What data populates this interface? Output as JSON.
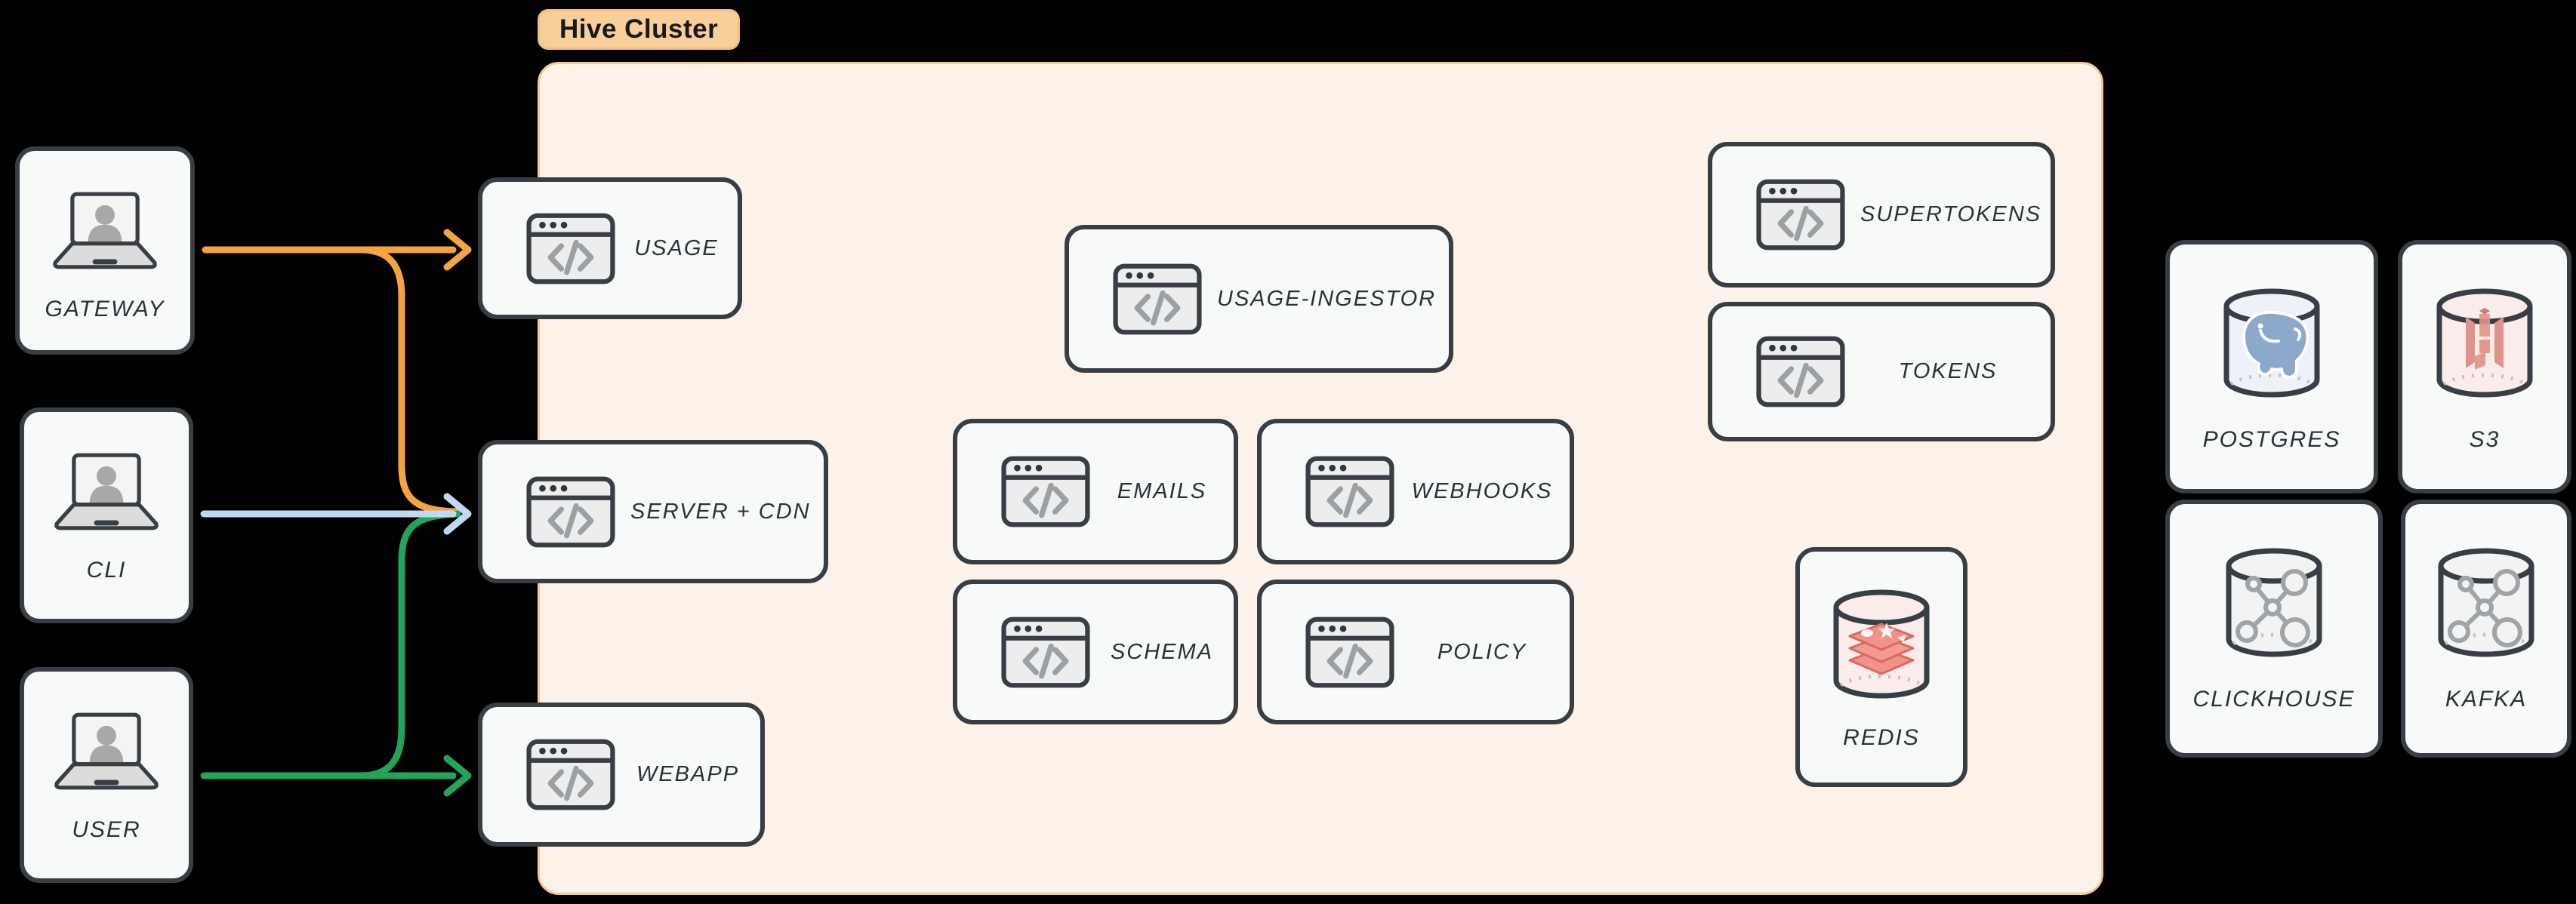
{
  "cluster": {
    "label": "Hive Cluster"
  },
  "clients": [
    {
      "label": "GATEWAY"
    },
    {
      "label": "CLI"
    },
    {
      "label": "USER"
    }
  ],
  "services": [
    {
      "label": "USAGE"
    },
    {
      "label": "SERVER + CDN"
    },
    {
      "label": "WEBAPP"
    },
    {
      "label": "USAGE-INGESTOR"
    },
    {
      "label": "EMAILS"
    },
    {
      "label": "WEBHOOKS"
    },
    {
      "label": "SCHEMA"
    },
    {
      "label": "POLICY"
    },
    {
      "label": "SUPERTOKENS"
    },
    {
      "label": "TOKENS"
    }
  ],
  "cache": {
    "label": "REDIS"
  },
  "datastores": [
    {
      "label": "POSTGRES"
    },
    {
      "label": "S3"
    },
    {
      "label": "CLICKHOUSE"
    },
    {
      "label": "KAFKA"
    }
  ],
  "edges": [
    {
      "from": "GATEWAY",
      "to": "USAGE",
      "color": "#F6A53E"
    },
    {
      "from": "GATEWAY",
      "to": "SERVER + CDN",
      "color": "#F6A53E"
    },
    {
      "from": "CLI",
      "to": "SERVER + CDN",
      "color": "#BFD9F4"
    },
    {
      "from": "USER",
      "to": "SERVER + CDN",
      "color": "#22A55B"
    },
    {
      "from": "USER",
      "to": "WEBAPP",
      "color": "#22A55B"
    }
  ],
  "icons": {
    "client": "laptop-user-icon",
    "service": "code-window-icon",
    "database": "database-cylinder-icon",
    "postgres": "postgres-elephant-logo",
    "s3": "s3-bucket-logo",
    "clickhouse": "node-graph-logo",
    "kafka": "node-graph-logo",
    "redis": "redis-stack-logo"
  },
  "colors": {
    "background": "#000000",
    "cluster_fill": "#FCF2E9",
    "cluster_border": "#F6CA90",
    "pill_fill": "#F8CE99",
    "node_fill": "#F8F9F9",
    "node_border": "#383E44",
    "edge_orange": "#F6A53E",
    "edge_blue": "#BFD9F4",
    "edge_green": "#22A55B"
  }
}
